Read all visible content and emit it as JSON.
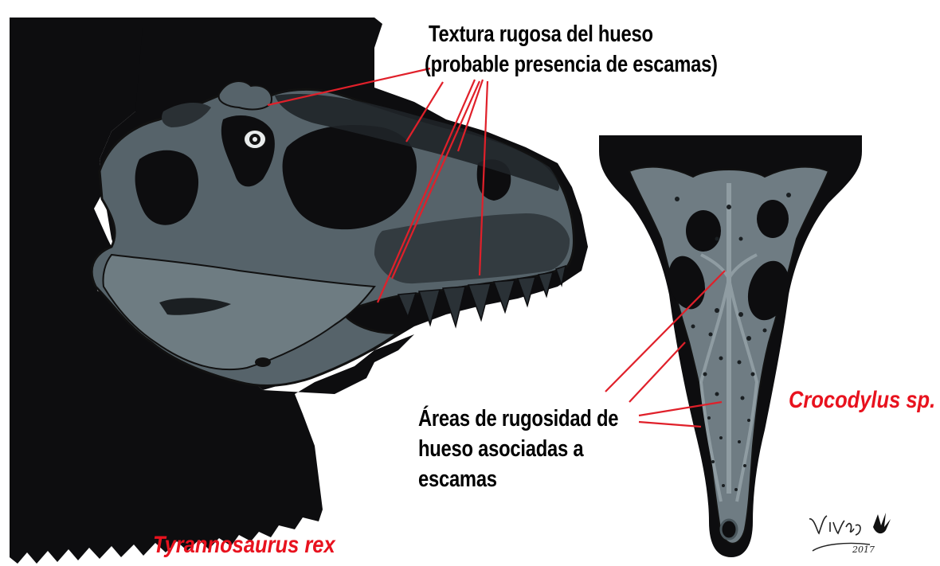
{
  "annotations": {
    "bone_texture_line1": "Textura rugosa del hueso",
    "bone_texture_line2": "(probable presencia de escamas)",
    "rugosity_areas_line1": "Áreas de rugosidad de",
    "rugosity_areas_line2": "hueso asociadas a",
    "rugosity_areas_line3": "escamas"
  },
  "species": {
    "trex": "Tyrannosaurus rex",
    "croc": "Crocodylus sp."
  },
  "signature": {
    "name": "Vivas",
    "year": "2017"
  },
  "colors": {
    "label_red": "#e8121e",
    "pointer_red": "#e0202a",
    "background_black": "#0d0d0f",
    "skull_gray": "#5d6a70"
  }
}
